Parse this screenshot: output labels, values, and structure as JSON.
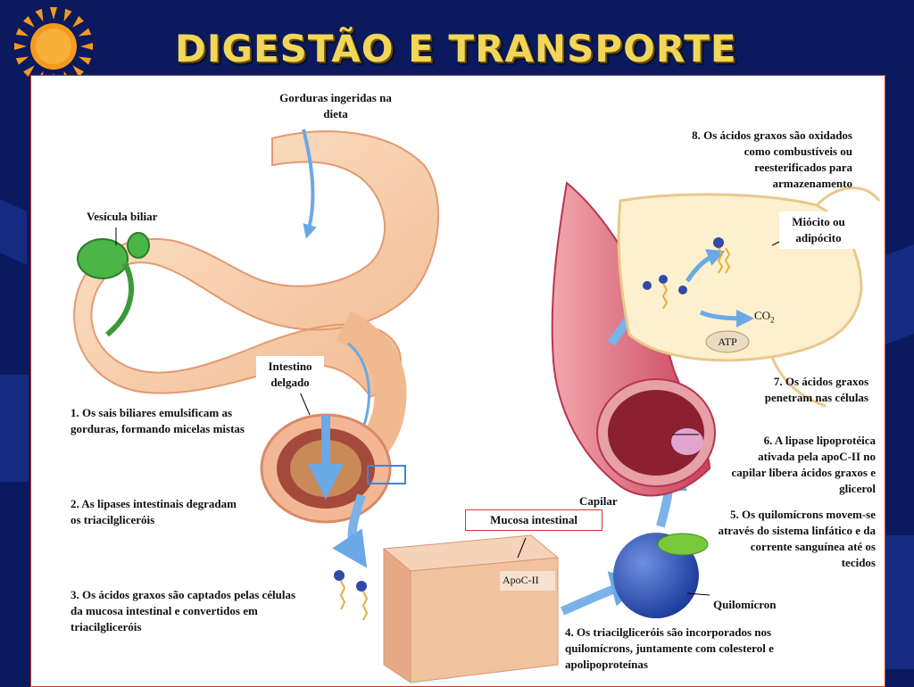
{
  "slide": {
    "title": "DIGESTÃO E TRANSPORTE",
    "colors": {
      "background": "#0b1a5e",
      "title": "#f2d65a",
      "panel_border": "#c83a2a",
      "arrow": "#7bb2e8"
    },
    "icons": [
      "sun-icon"
    ]
  },
  "diagram": {
    "labels": {
      "ingested_fats": "Gorduras ingeridas na dieta",
      "gallbladder": "Vesícula biliar",
      "small_intestine": "Intestino delgado",
      "intestinal_mucosa": "Mucosa intestinal",
      "capillary": "Capilar",
      "chylomicron": "Quilomícron",
      "myocyte": "Miócito ou adipócito",
      "apoc": "ApoC-II",
      "atp": "ATP",
      "co2": "CO",
      "co2_sub": "2"
    },
    "steps": {
      "s1": "1. Os sais biliares emulsificam as gorduras, formando micelas mistas",
      "s2": "2. As lipases intestinais degradam os triacilgliceróis",
      "s3": "3. Os ácidos graxos são captados pelas células da mucosa intestinal e convertidos em triacilgliceróis",
      "s4": "4. Os triacilgliceróis são incorporados nos quilomícrons, juntamente com colesterol e apolipoproteínas",
      "s5": "5. Os quilomícrons movem-se através do sistema linfático e da corrente sanguínea até os tecidos",
      "s6": "6. A lipase lipoprotéica ativada pela apoC-II no capilar libera ácidos graxos e glicerol",
      "s7": "7. Os ácidos graxos penetram nas células",
      "s8": "8. Os ácidos graxos são oxidados como combustíveis ou reesterificados para armazenamento"
    }
  }
}
